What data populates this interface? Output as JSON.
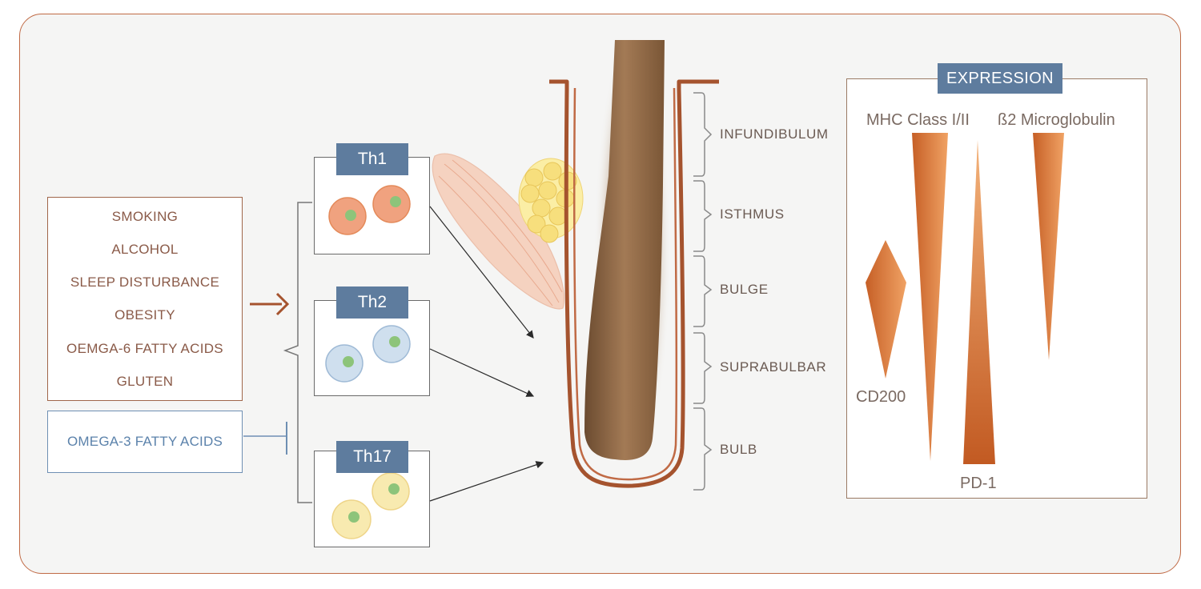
{
  "risk_factors": [
    "SMOKING",
    "ALCOHOL",
    "SLEEP DISTURBANCE",
    "OBESITY",
    "OEMGA-6 FATTY ACIDS",
    "GLUTEN"
  ],
  "protective_factor": "OMEGA-3 FATTY ACIDS",
  "t_cells": [
    {
      "label": "Th1",
      "color": "#f0a27f"
    },
    {
      "label": "Th2",
      "color": "#cfdfee"
    },
    {
      "label": "Th17",
      "color": "#f8eab0"
    }
  ],
  "follicle_regions": [
    "INFUNDIBULUM",
    "ISTHMUS",
    "BULGE",
    "SUPRABULBAR",
    "BULB"
  ],
  "expression": {
    "title": "EXPRESSION",
    "markers": [
      "MHC Class I/II",
      "ß2 Microglobulin",
      "CD200",
      "PD-1"
    ]
  },
  "colors": {
    "frame": "#c06a45",
    "tag": "#5e7c9e",
    "hair": "#9a7654",
    "sheath": "#a5532e",
    "wedge": "#d9773a"
  }
}
